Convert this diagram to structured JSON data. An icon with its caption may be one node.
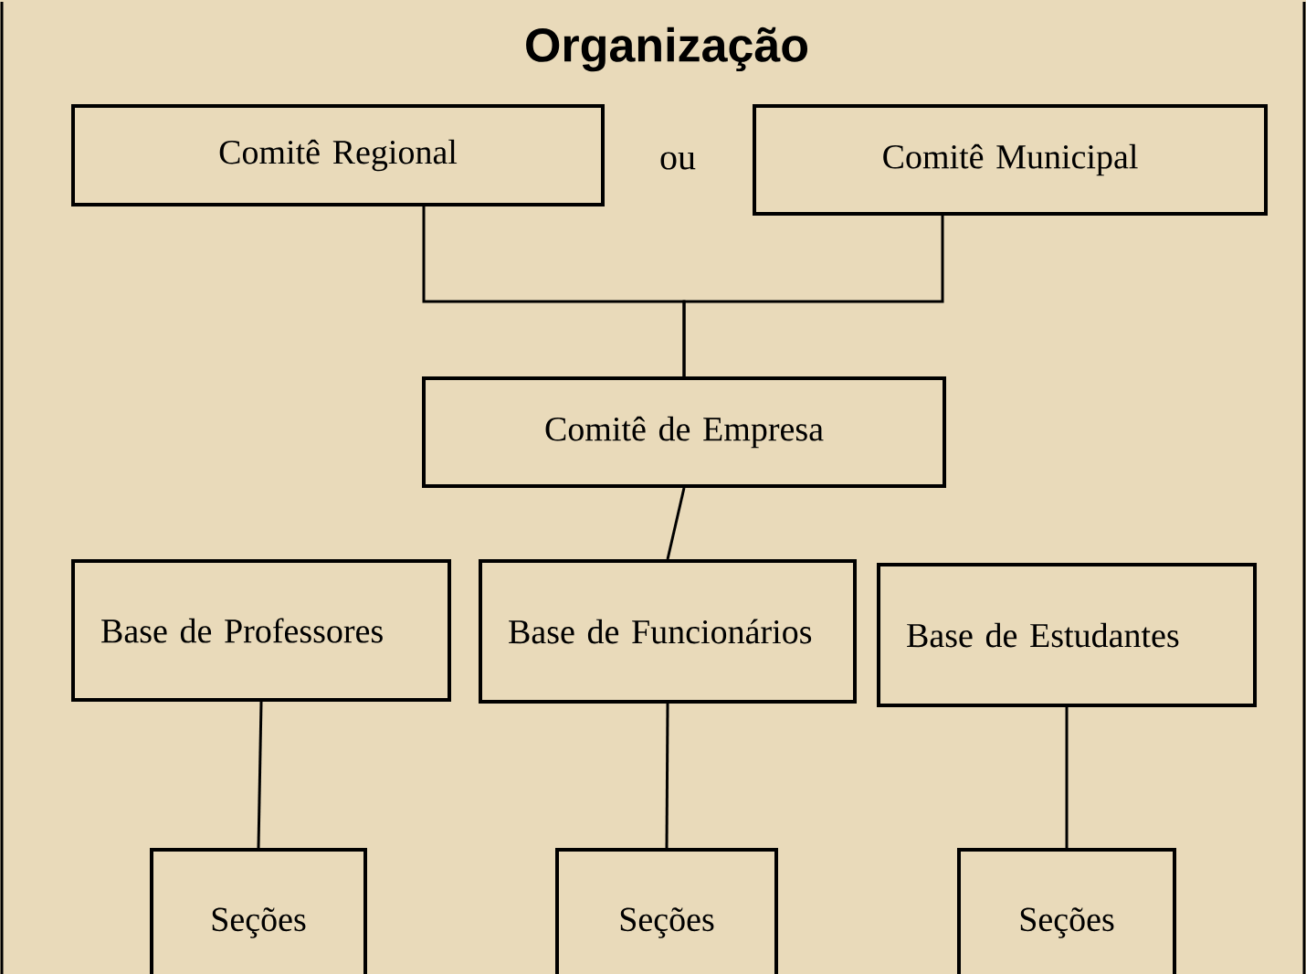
{
  "diagram": {
    "title": "Organização",
    "nodes": [
      {
        "text": [
          "Comitê Regional"
        ]
      },
      {
        "text": [
          "Comitê Municipal"
        ]
      },
      {
        "text": [
          "Comitê de Empresa"
        ]
      },
      {
        "text": [
          "Base de Professores"
        ]
      },
      {
        "text": [
          "Base de Funcionários"
        ]
      },
      {
        "text": [
          "Base de Estudantes"
        ]
      },
      {
        "text": [
          "Seções"
        ]
      },
      {
        "text": [
          "Seções"
        ]
      },
      {
        "text": [
          "Seções"
        ]
      }
    ],
    "edges": [
      {
        "from": 0,
        "to": 2,
        "arrow": "none"
      },
      {
        "from": 1,
        "to": 2,
        "arrow": "none"
      },
      {
        "from": 2,
        "to": 4,
        "arrow": "none"
      },
      {
        "from": 3,
        "to": 6,
        "arrow": "none"
      },
      {
        "from": 4,
        "to": 7,
        "arrow": "none"
      },
      {
        "from": 5,
        "to": 8,
        "arrow": "none"
      }
    ],
    "labels": [
      "ou"
    ]
  }
}
